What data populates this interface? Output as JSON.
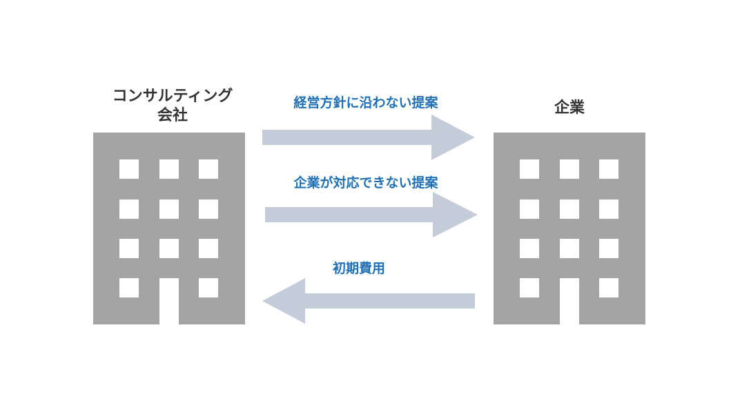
{
  "left_entity": {
    "label_line1": "コンサルティング",
    "label_line2": "会社"
  },
  "right_entity": {
    "label": "企業"
  },
  "flows": [
    {
      "label": "経営方針に沿わない提案",
      "direction": "right"
    },
    {
      "label": "企業が対応できない提案",
      "direction": "right"
    },
    {
      "label": "初期費用",
      "direction": "left"
    }
  ],
  "colors": {
    "building": "#a5a4a4",
    "arrow": "#c5ccd9",
    "flow_text": "#1f6fb5",
    "entity_text": "#333333"
  }
}
